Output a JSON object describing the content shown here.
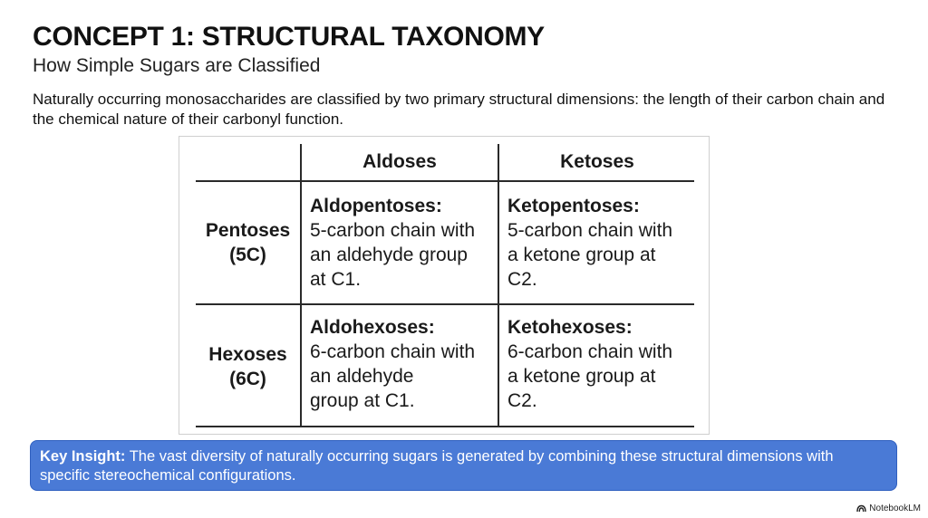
{
  "slide": {
    "title": "CONCEPT 1: STRUCTURAL TAXONOMY",
    "subtitle": "How Simple Sugars are Classified",
    "intro": "Naturally occurring monosaccharides are classified by two primary structural dimensions: the length of their carbon chain and the chemical nature of their carbonyl function."
  },
  "table": {
    "columns": [
      "Aldoses",
      "Ketoses"
    ],
    "rows": [
      {
        "label_line1": "Pentoses",
        "label_line2": "(5C)",
        "cells": [
          {
            "name": "Aldopentoses:",
            "line1": "5-carbon chain with",
            "line2": "an aldehyde group",
            "line3": "at C1."
          },
          {
            "name": "Ketopentoses:",
            "line1": "5-carbon chain with",
            "line2": "a ketone group at",
            "line3": "C2."
          }
        ]
      },
      {
        "label_line1": "Hexoses",
        "label_line2": "(6C)",
        "cells": [
          {
            "name": "Aldohexoses:",
            "line1": "6-carbon chain with",
            "line2": "an aldehyde",
            "line3": "group at C1."
          },
          {
            "name": "Ketohexoses:",
            "line1": "6-carbon chain with",
            "line2": "a ketone group at",
            "line3": "C2."
          }
        ]
      }
    ]
  },
  "insight": {
    "label": "Key Insight:",
    "text": " The vast diversity of naturally occurring sugars is generated by combining these structural dimensions with specific stereochemical configurations.",
    "background": "#4a7ad6"
  },
  "brand": {
    "icon": "notebooklm-logo-icon",
    "label": "NotebookLM"
  }
}
